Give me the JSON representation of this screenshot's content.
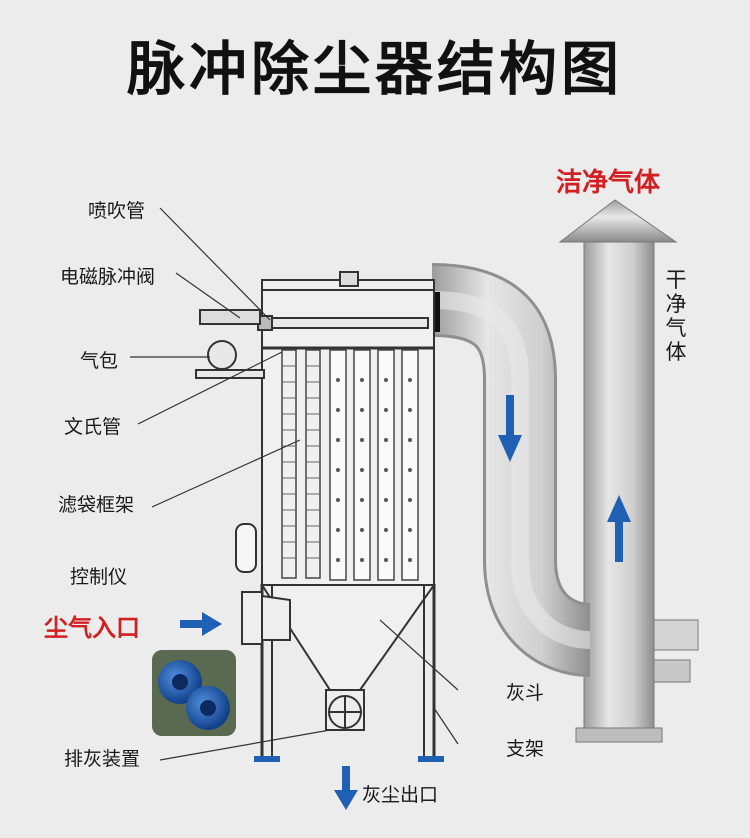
{
  "title": "脉冲除尘器结构图",
  "labels": {
    "blow_pipe": "喷吹管",
    "pulse_valve": "电磁脉冲阀",
    "air_bag": "气包",
    "venturi": "文氏管",
    "bag_frame": "滤袋框架",
    "controller": "控制仪",
    "dust_inlet": "尘气入口",
    "ash_discharger": "排灰装置",
    "ash_hopper": "灰斗",
    "support": "支架",
    "dust_outlet": "灰尘出口",
    "clean_gas": "洁净气体",
    "dry_clean_gas": "干净气体"
  },
  "colors": {
    "arrow_blue": "#1f5fb4",
    "accent_red": "#d21f22",
    "line": "#3a3a3a",
    "duct": "#c9c9c9"
  }
}
